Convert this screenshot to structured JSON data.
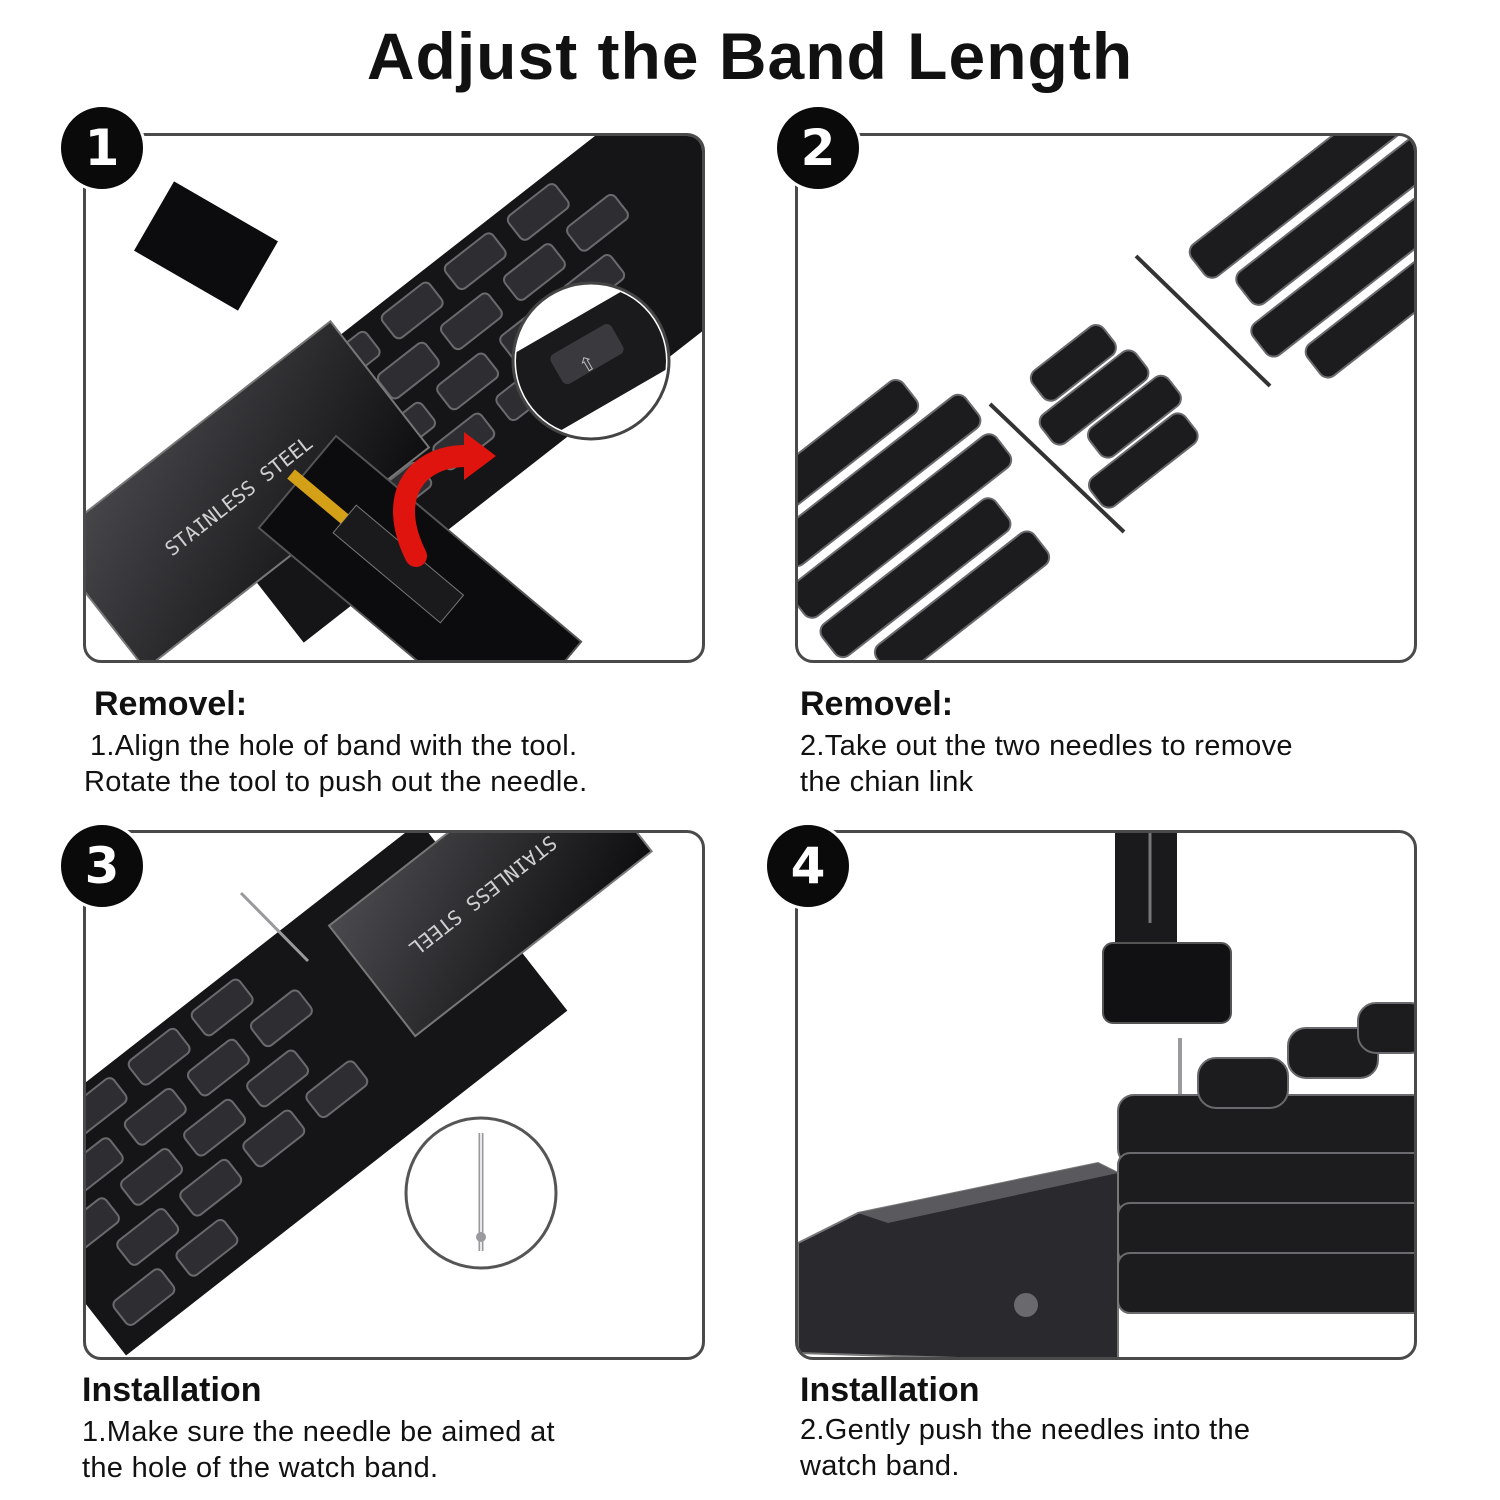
{
  "title": "Adjust the Band Length",
  "steps": [
    {
      "number": "1",
      "heading": "Removel:",
      "lines": [
        "1.Align the hole of band with the tool.",
        "Rotate the tool to push out the needle."
      ],
      "band_text": "STAINLESS STEEL"
    },
    {
      "number": "2",
      "heading": "Removel:",
      "lines": [
        "2.Take out the two needles to remove",
        "the chian link"
      ]
    },
    {
      "number": "3",
      "heading": "Installation",
      "lines": [
        "1.Make sure the needle be aimed at",
        "the hole of the watch band."
      ],
      "band_text": "STAINLESS STEEL"
    },
    {
      "number": "4",
      "heading": "Installation",
      "lines": [
        "2.Gently push the needles into the",
        "watch band."
      ]
    }
  ],
  "colors": {
    "band": "#1c1c1e",
    "band_highlight": "#5a5a5e",
    "arrow": "#e0140e",
    "pin_gold": "#d4a017",
    "panel_border": "#4a4a4a"
  }
}
